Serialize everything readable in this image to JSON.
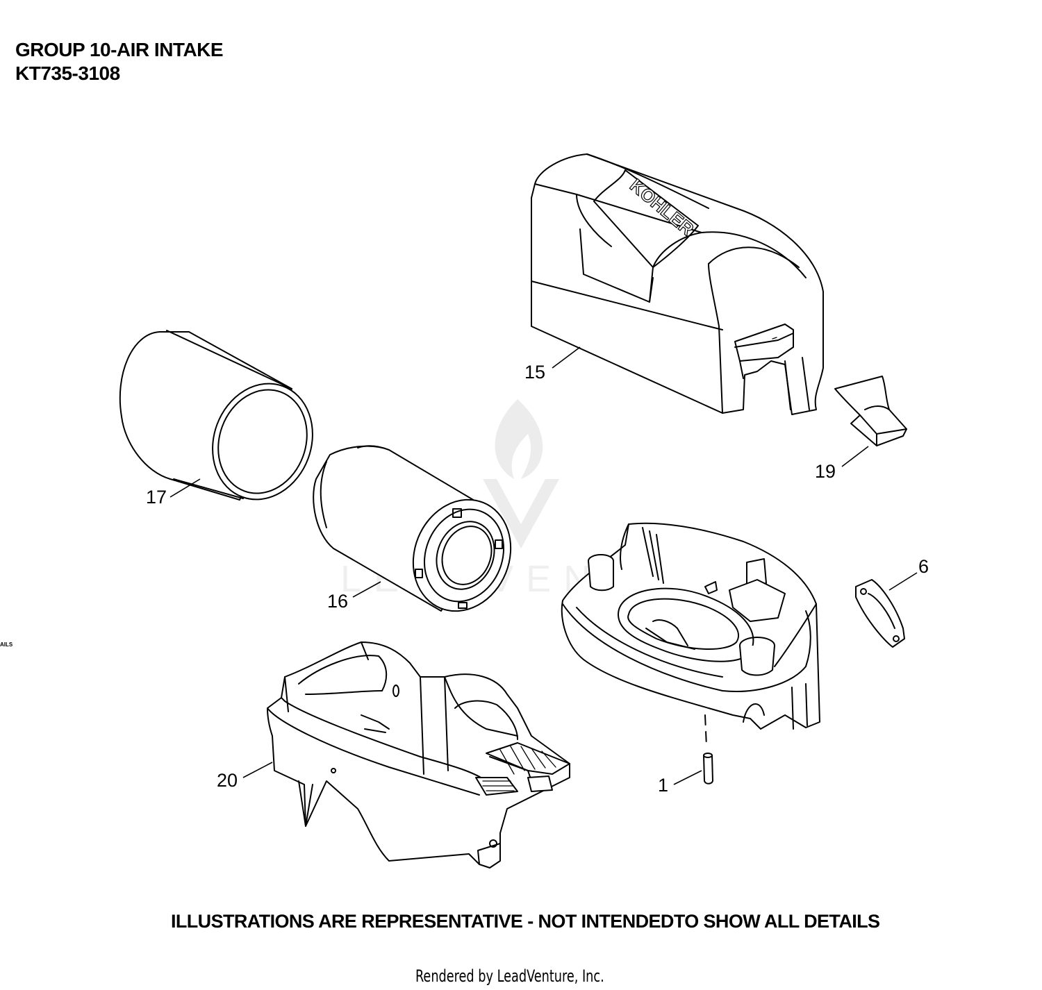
{
  "header": {
    "group": "GROUP 10-AIR INTAKE",
    "model": "KT735-3108"
  },
  "brand_marking": "KOHLER",
  "watermark": "LEADVENTURE",
  "callouts": {
    "c15": "15",
    "c19": "19",
    "c17": "17",
    "c16": "16",
    "c6": "6",
    "c20": "20",
    "c1": "1"
  },
  "stray_text": "AILS",
  "disclaimer": "ILLUSTRATIONS ARE REPRESENTATIVE - NOT INTENDEDTO SHOW ALL DETAILS",
  "credit": "Rendered by LeadVenture, Inc."
}
